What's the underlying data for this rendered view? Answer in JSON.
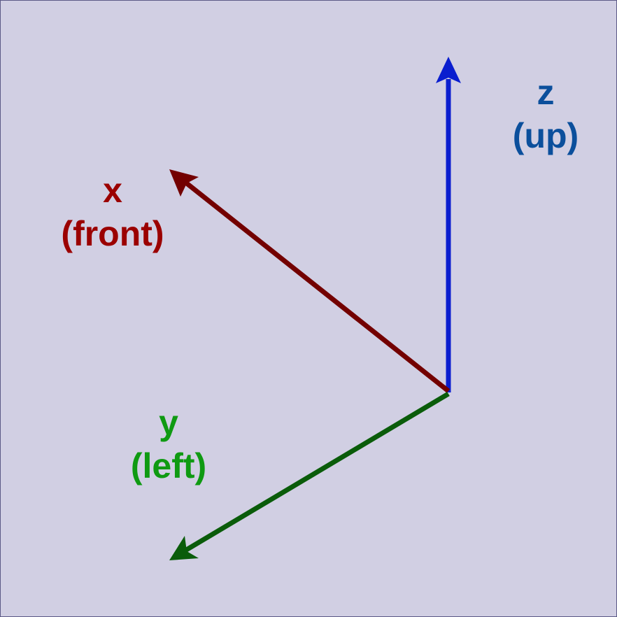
{
  "axes": {
    "z": {
      "name": "z",
      "desc": "(up)",
      "label_color": "#0b4f9c",
      "arrow_color": "#0a1ecf"
    },
    "x": {
      "name": "x",
      "desc": "(front)",
      "label_color": "#9b0000",
      "arrow_color": "#730000"
    },
    "y": {
      "name": "y",
      "desc": "(left)",
      "label_color": "#0f9a12",
      "arrow_color": "#0a5c0a"
    }
  },
  "colors": {
    "background": "#d1cfe3",
    "border": "#5c5a86"
  }
}
